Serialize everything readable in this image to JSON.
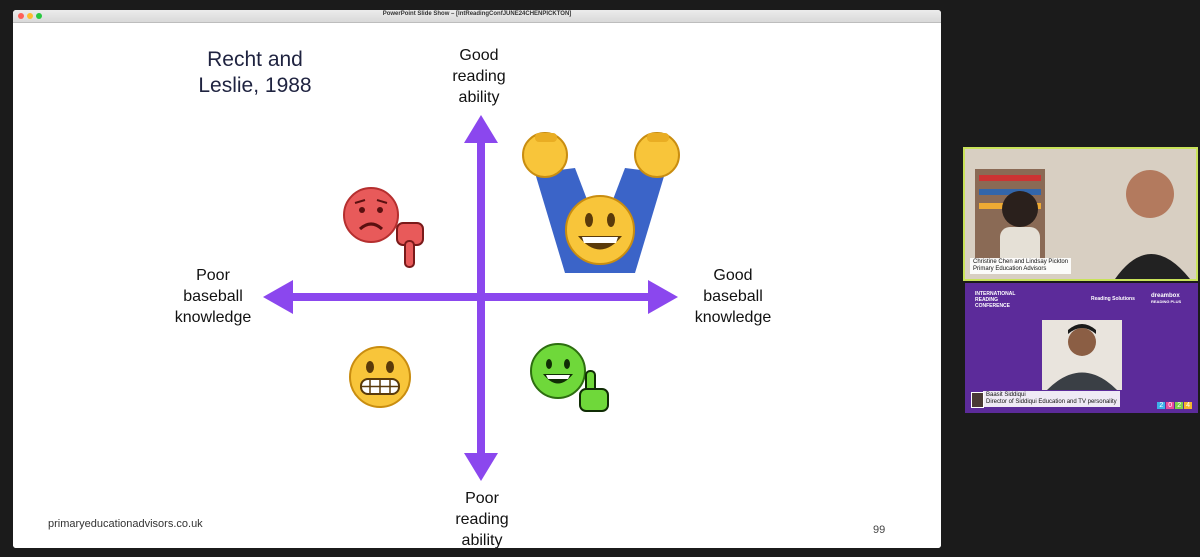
{
  "window": {
    "title": "PowerPoint Slide Show – [IntReadingConfJUNE24CHENPICKTON]"
  },
  "slide": {
    "reference": [
      "Recht and",
      "Leslie, 1988"
    ],
    "axis_top": [
      "Good",
      "reading",
      "ability"
    ],
    "axis_bottom": [
      "Poor",
      "reading",
      "ability"
    ],
    "axis_left": [
      "Poor",
      "baseball",
      "knowledge"
    ],
    "axis_right": [
      "Good",
      "baseball",
      "knowledge"
    ],
    "footer_site": "primaryeducationadvisors.co.uk",
    "slide_number": "99",
    "arrow_color": "#8b47ee"
  },
  "participants": [
    {
      "line1": "Christine Chen and Lindsay Pickton",
      "line2": "Primary Education Advisors"
    },
    {
      "line1": "Baasit Siddiqui",
      "line2": "Director of Siddiqui Education and TV personality"
    }
  ],
  "branding": {
    "conference": [
      "INTERNATIONAL",
      "READING",
      "CONFERENCE"
    ],
    "sponsor1": "Reading Solutions",
    "sponsor2": [
      "dreambox",
      "READING PLUS"
    ],
    "year_tiles": [
      "2",
      "0",
      "2",
      "4"
    ]
  }
}
